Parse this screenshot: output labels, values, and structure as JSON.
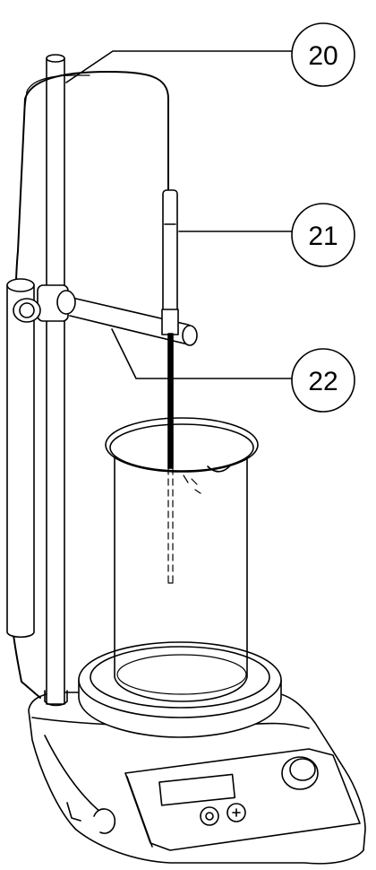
{
  "diagram": {
    "callouts": [
      {
        "id": "20",
        "label": "20"
      },
      {
        "id": "21",
        "label": "21"
      },
      {
        "id": "22",
        "label": "22"
      }
    ]
  }
}
